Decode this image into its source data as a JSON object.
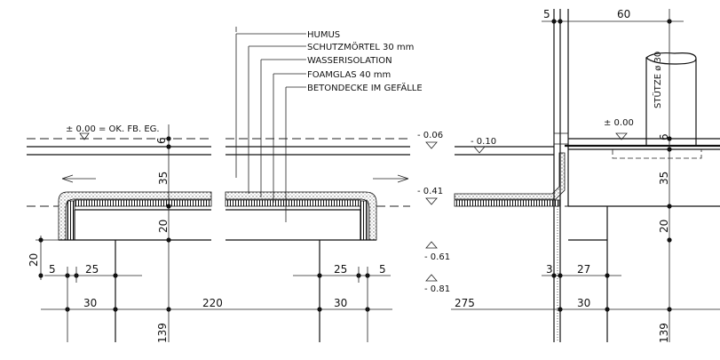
{
  "layer_labels": [
    "HUMUS",
    "SCHUTZMÖRTEL  30 mm",
    "WASSERISOLATION",
    "FOAMGLAS  40 mm",
    "BETONDECKE  IM  GEFÄLLE"
  ],
  "levels": {
    "ok_fb_eg": "± 0.00 = OK. FB. EG.",
    "zero_right": "± 0.00",
    "m006": "- 0.06",
    "m010": "- 0.10",
    "m041": "- 0.41",
    "m061": "- 0.61",
    "m081": "- 0.81"
  },
  "dims": {
    "d6_left": "6",
    "d35_left": "35",
    "d20_left": "20",
    "d20_vert": "20",
    "d5_left": "5",
    "d25_left": "25",
    "d30_left": "30",
    "d220": "220",
    "d139_left": "139",
    "d25_mid": "25",
    "d5_mid": "5",
    "d30_mid": "30",
    "d275": "275",
    "d5_top": "5",
    "d60": "60",
    "d3": "3",
    "d27": "27",
    "d30_right": "30",
    "d6_right": "6",
    "d35_right": "35",
    "d20_right": "20",
    "d139_right": "139"
  },
  "column_label": "STÜTZE  ø 30"
}
